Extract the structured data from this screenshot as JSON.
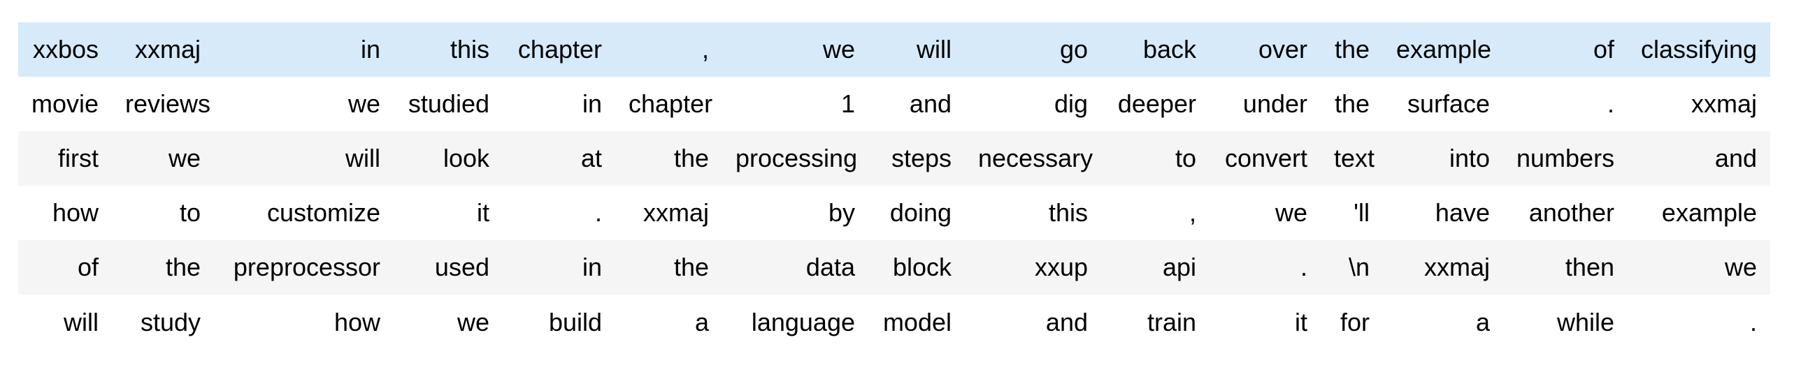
{
  "table": {
    "description": "tokenized-text-dataframe",
    "num_columns": 15,
    "highlighted_row_index": 0,
    "rows": [
      [
        "xxbos",
        "xxmaj",
        "in",
        "this",
        "chapter",
        ",",
        "we",
        "will",
        "go",
        "back",
        "over",
        "the",
        "example",
        "of",
        "classifying"
      ],
      [
        "movie",
        "reviews",
        "we",
        "studied",
        "in",
        "chapter",
        "1",
        "and",
        "dig",
        "deeper",
        "under",
        "the",
        "surface",
        ".",
        "xxmaj"
      ],
      [
        "first",
        "we",
        "will",
        "look",
        "at",
        "the",
        "processing",
        "steps",
        "necessary",
        "to",
        "convert",
        "text",
        "into",
        "numbers",
        "and"
      ],
      [
        "how",
        "to",
        "customize",
        "it",
        ".",
        "xxmaj",
        "by",
        "doing",
        "this",
        ",",
        "we",
        "'ll",
        "have",
        "another",
        "example"
      ],
      [
        "of",
        "the",
        "preprocessor",
        "used",
        "in",
        "the",
        "data",
        "block",
        "xxup",
        "api",
        ".",
        "\\n",
        "xxmaj",
        "then",
        "we"
      ],
      [
        "will",
        "study",
        "how",
        "we",
        "build",
        "a",
        "language",
        "model",
        "and",
        "train",
        "it",
        "for",
        "a",
        "while",
        "."
      ]
    ]
  },
  "colors": {
    "background": "#ffffff",
    "text": "#000000",
    "highlight_row": "#d6eafa",
    "stripe_row": "#f5f5f5"
  }
}
